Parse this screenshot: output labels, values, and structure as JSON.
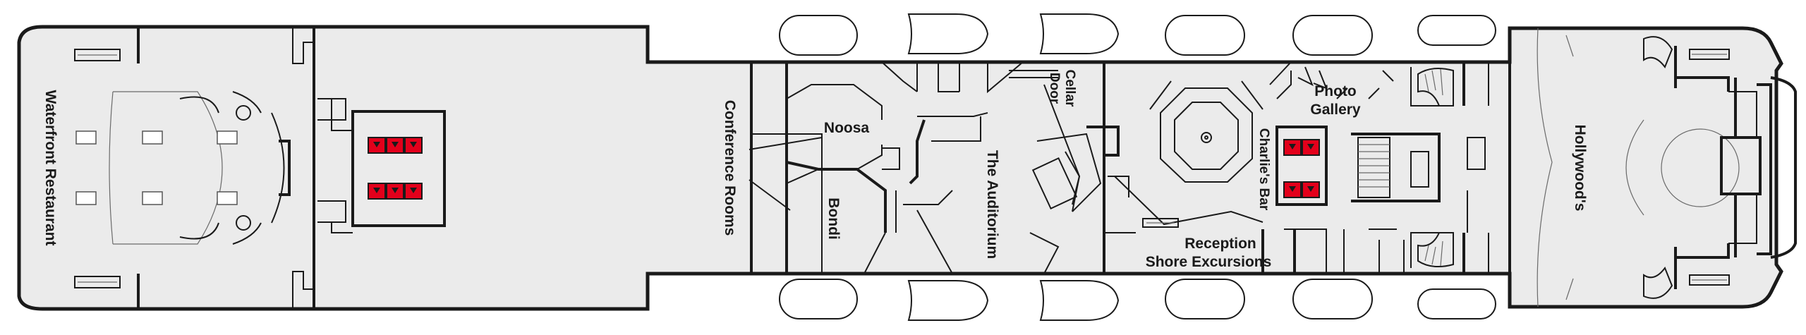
{
  "labels": {
    "waterfront_restaurant": "Waterfront Restaurant",
    "conference_rooms": "Conference Rooms",
    "noosa": "Noosa",
    "bondi": "Bondi",
    "cellar_door_1": "Cellar",
    "cellar_door_2": "Door",
    "the_auditorium": "The Auditorium",
    "charlies_bar": "Charlie's Bar",
    "photo_gallery_1": "Photo",
    "photo_gallery_2": "Gallery",
    "reception": "Reception",
    "shore_excursions": "Shore Excursions",
    "hollywoods": "Hollywood's"
  },
  "colors": {
    "deck_fill": "#ebebeb",
    "elevator": "#e3001b",
    "walls": "#1a1a1a"
  },
  "icons": [
    "elevator-icon",
    "stairs-icon",
    "lifeboat-icon"
  ]
}
